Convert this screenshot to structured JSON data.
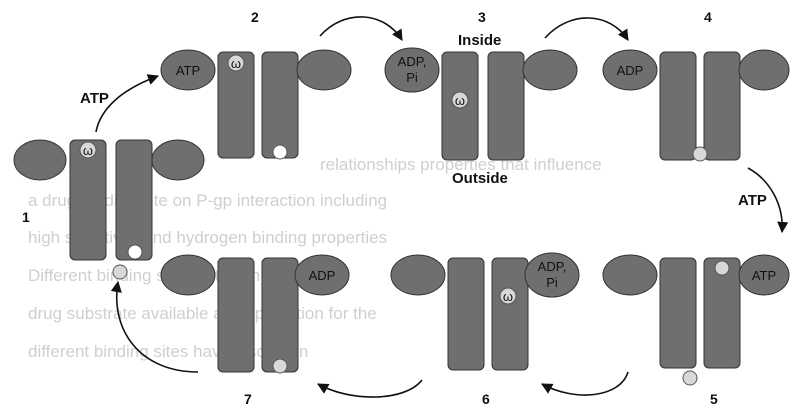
{
  "diagram": {
    "step_numbers": [
      "1",
      "2",
      "3",
      "4",
      "5",
      "6",
      "7"
    ],
    "label_inside": "Inside",
    "label_outside": "Outside",
    "atp_label": "ATP",
    "adp_label": "ADP",
    "adp_pi_line1": "ADP,",
    "adp_pi_line2": "Pi",
    "drug_symbol": "ω",
    "colors": {
      "protein": "#6f6f6f",
      "protein_dark": "#4e4e4e",
      "drug": "#d8d8d8",
      "arrow": "#111111",
      "background_text": "#cfcfcf"
    }
  },
  "background_text_lines": [
    "relationships properties that influence",
    "a drug-binding site on P-gp interaction including",
    "high sensitivity and hydrogen binding properties",
    "Different binding sites between P-gp and",
    "drug substrate available an explanation for the",
    "different binding sites have also been"
  ]
}
